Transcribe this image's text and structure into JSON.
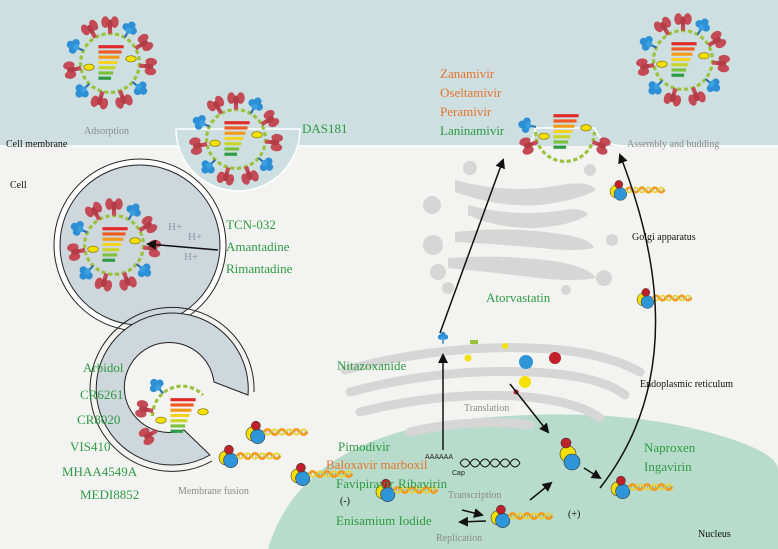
{
  "regions": {
    "cell_membrane": "Cell membrane",
    "cell": "Cell",
    "golgi": "Golgi apparatus",
    "er": "Endoplasmic reticulum",
    "nucleus": "Nucleus"
  },
  "stages": {
    "adsorption": "Adsorption",
    "assembly": "Assembly and budding",
    "membrane_fusion": "Membrane fusion",
    "translation": "Translation",
    "transcription": "Transcription",
    "replication": "Replication"
  },
  "drugs": {
    "das181": "DAS181",
    "tcn032": "TCN-032",
    "amantadine": "Amantadine",
    "rimantadine": "Rimantadine",
    "arbidol": "Arbidol",
    "cr6261": "CR6261",
    "cr8020": "CR8020",
    "vis410": "VIS410",
    "mhaa4549a": "MHAA4549A",
    "medi8852": "MEDI8852",
    "zanamivir": "Zanamivir",
    "oseltamivir": "Oseltamivir",
    "peramivir": "Peramivir",
    "laninamivir": "Laninamivir",
    "atorvastatin": "Atorvastatin",
    "nitazoxanide": "Nitazoxanide",
    "pimodivir": "Pimodivir",
    "baloxavir": "Baloxavir marboxil",
    "favipiravir": "Favipiravir",
    "ribavirin": "Ribavirin",
    "enisamium": "Enisamium Iodide",
    "naproxen": "Naproxen",
    "ingavirin": "Ingavirin"
  },
  "small_text": {
    "hplus": "H+",
    "polya": "AAAAAA",
    "cap": "Cap",
    "minus": "(-)",
    "plus": "(+)"
  },
  "colors": {
    "outside": "#cddfe0",
    "cytoplasm": "#f3f4f2",
    "nucleus": "#b8dccb",
    "organelle": "#d6d6d6",
    "drug_green": "#2e9a44",
    "drug_orange": "#e8732a",
    "hemagglutinin": "#c44a55",
    "neuraminidase": "#2d8fd5",
    "m2": "#f5e000",
    "np_yellow": "#f5e000",
    "np_red": "#c0202a",
    "np_blue": "#2d95d8"
  }
}
